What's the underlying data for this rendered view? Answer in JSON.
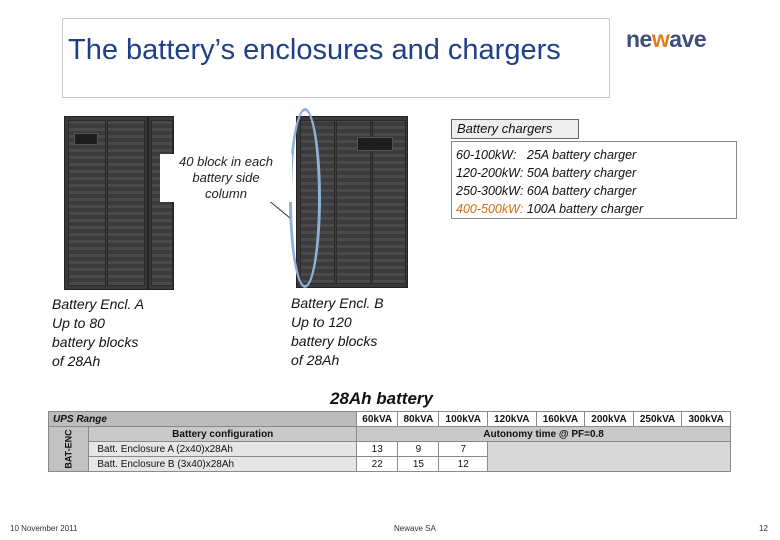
{
  "slide": {
    "title": "The battery’s enclosures and chargers",
    "logo": {
      "prefix": "ne",
      "accent": "w",
      "suffix": "ave"
    },
    "callout_column": [
      "40 block in each",
      "battery side",
      "column"
    ],
    "encl_a": [
      "Battery Encl. A",
      "Up to 80",
      "battery blocks",
      "of 28Ah"
    ],
    "encl_b": [
      "Battery Encl. B",
      "Up to 120",
      "battery blocks",
      "of 28Ah"
    ],
    "chargers": {
      "tag": "Battery chargers",
      "lines": [
        {
          "range": "60-100kW:",
          "desc": "25A battery charger",
          "highlight": false
        },
        {
          "range": "120-200kW:",
          "desc": "50A battery charger",
          "highlight": false
        },
        {
          "range": "250-300kW:",
          "desc": "60A battery charger",
          "highlight": false
        },
        {
          "range": "400-500kW:",
          "desc": "100A battery charger",
          "highlight": true
        }
      ]
    },
    "table": {
      "title": "28Ah battery",
      "ups_range_label": "UPS Range",
      "columns": [
        "60kVA",
        "80kVA",
        "100kVA",
        "120kVA",
        "160kVA",
        "200kVA",
        "250kVA",
        "300kVA"
      ],
      "side_label": "BAT-ENC",
      "config_label": "Battery configuration",
      "autonomy_label": "Autonomy time @ PF=0.8",
      "rows": [
        {
          "label": "Batt. Enclosure A (2x40)x28Ah",
          "values": [
            "13",
            "9",
            "7"
          ]
        },
        {
          "label": "Batt. Enclosure  B (3x40)x28Ah",
          "values": [
            "22",
            "15",
            "12"
          ]
        }
      ]
    },
    "footer": {
      "date": "10 November 2011",
      "company": "Newave  SA",
      "page": "12"
    }
  }
}
